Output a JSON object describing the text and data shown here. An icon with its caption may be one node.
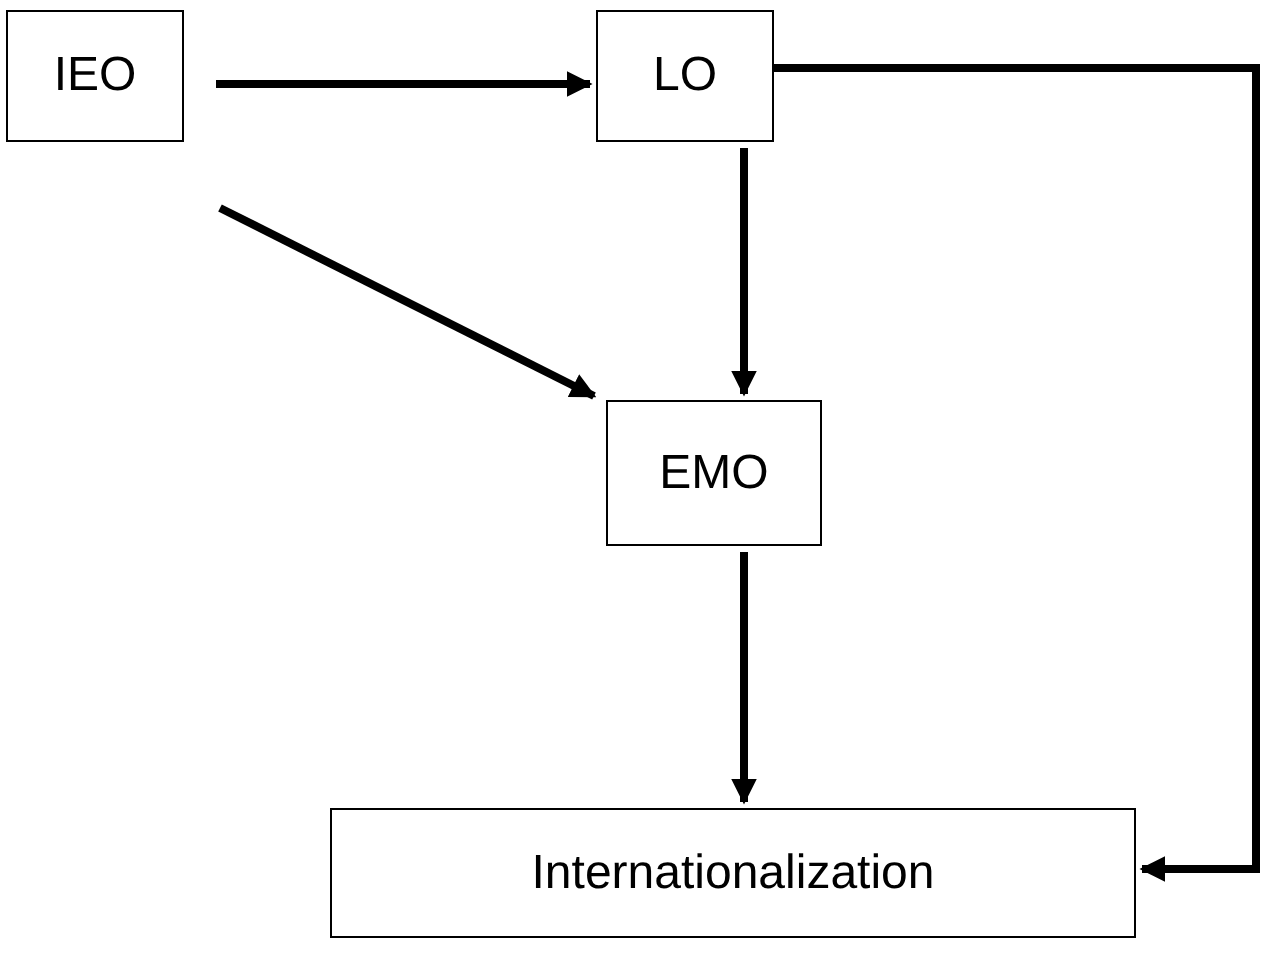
{
  "diagram": {
    "nodes": [
      {
        "text": [
          "IEO"
        ]
      },
      {
        "text": [
          "LO"
        ]
      },
      {
        "text": [
          "EMO"
        ]
      },
      {
        "text": [
          "Internationalization"
        ]
      }
    ],
    "edges": [
      {
        "from": 0,
        "to": 1,
        "arrow": "to"
      },
      {
        "from": 0,
        "to": 2,
        "arrow": "to"
      },
      {
        "from": 1,
        "to": 2,
        "arrow": "to"
      },
      {
        "from": 2,
        "to": 3,
        "arrow": "to"
      },
      {
        "from": 1,
        "to": 3,
        "arrow": "to"
      }
    ]
  }
}
